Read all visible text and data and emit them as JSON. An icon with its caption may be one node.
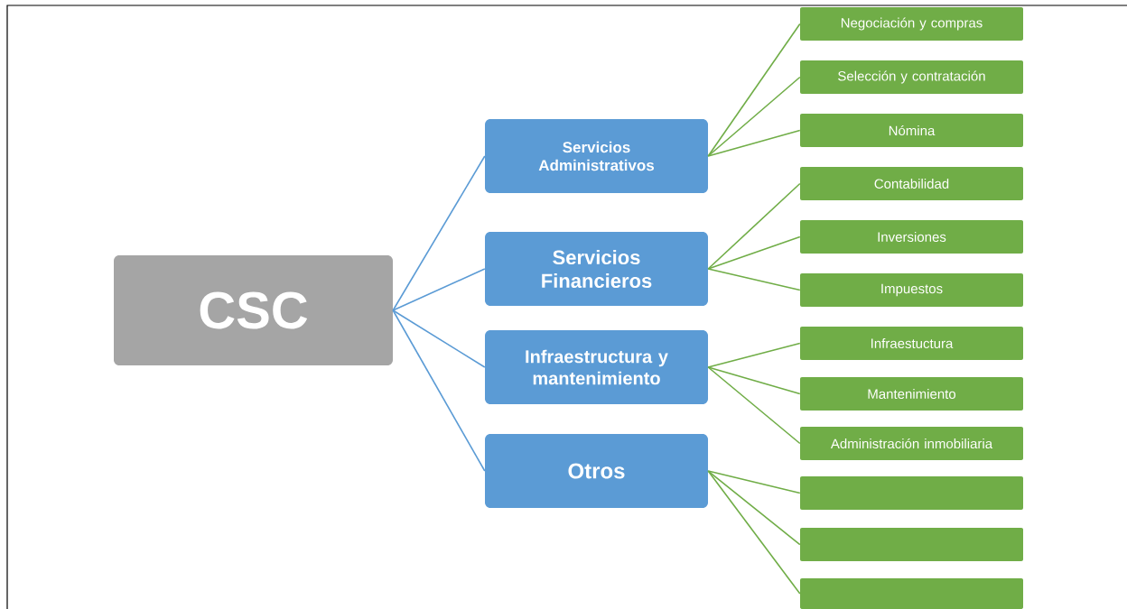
{
  "diagram": {
    "nodes": [
      {
        "text": [
          "CSC"
        ]
      },
      {
        "text": [
          "Servicios Administrativos"
        ]
      },
      {
        "text": [
          "Servicios Financieros"
        ]
      },
      {
        "text": [
          "Infraestructura y mantenimiento"
        ]
      },
      {
        "text": [
          "Otros"
        ]
      },
      {
        "text": [
          "Negociación y compras"
        ]
      },
      {
        "text": [
          "Selección y contratación"
        ]
      },
      {
        "text": [
          "Nómina"
        ]
      },
      {
        "text": [
          "Contabilidad"
        ]
      },
      {
        "text": [
          "Inversiones"
        ]
      },
      {
        "text": [
          "Impuestos"
        ]
      },
      {
        "text": [
          "Infraestuctura"
        ]
      },
      {
        "text": [
          "Mantenimiento"
        ]
      },
      {
        "text": [
          "Administración inmobiliaria"
        ]
      },
      {
        "text": [],
        "shape": "box"
      },
      {
        "text": [],
        "shape": "box"
      },
      {
        "text": [],
        "shape": "box"
      }
    ],
    "edges": [
      {
        "from": 0,
        "to": 1,
        "arrow": "none",
        "color": "#5b9bd5"
      },
      {
        "from": 0,
        "to": 2,
        "arrow": "none",
        "color": "#5b9bd5"
      },
      {
        "from": 0,
        "to": 3,
        "arrow": "none",
        "color": "#5b9bd5"
      },
      {
        "from": 0,
        "to": 4,
        "arrow": "none",
        "color": "#5b9bd5"
      },
      {
        "from": 1,
        "to": 5,
        "arrow": "none"
      },
      {
        "from": 1,
        "to": 6,
        "arrow": "none"
      },
      {
        "from": 1,
        "to": 7,
        "arrow": "none"
      },
      {
        "from": 2,
        "to": 8,
        "arrow": "none"
      },
      {
        "from": 2,
        "to": 9,
        "arrow": "none"
      },
      {
        "from": 2,
        "to": 10,
        "arrow": "none"
      },
      {
        "from": 3,
        "to": 11,
        "arrow": "none"
      },
      {
        "from": 3,
        "to": 12,
        "arrow": "none"
      },
      {
        "from": 3,
        "to": 13,
        "arrow": "none"
      },
      {
        "from": 4,
        "to": 14,
        "arrow": "none"
      },
      {
        "from": 4,
        "to": 15,
        "arrow": "none"
      },
      {
        "from": 4,
        "to": 16,
        "arrow": "none"
      }
    ]
  }
}
